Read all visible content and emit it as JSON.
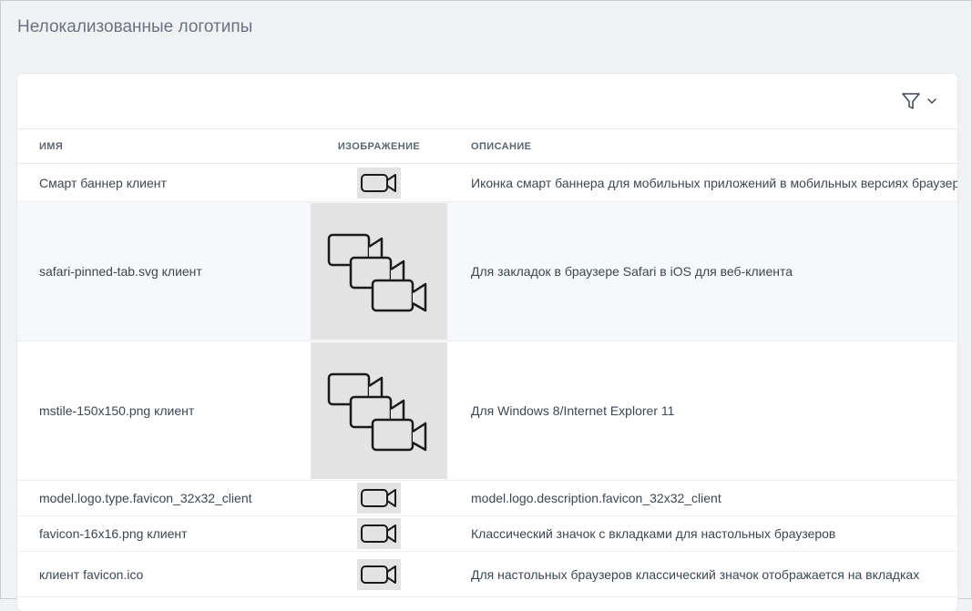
{
  "page": {
    "title": "Нелокализованные логотипы"
  },
  "toolbar": {
    "filter_icon": "filter-icon",
    "dropdown_icon": "chevron-down-icon"
  },
  "table": {
    "columns": {
      "name": "ИМЯ",
      "image": "ИЗОБРАЖЕНИЕ",
      "description": "ОПИСАНИЕ"
    },
    "rows": [
      {
        "name": "Смарт баннер клиент",
        "image": "video-camera-icon",
        "description": "Иконка смарт баннера для мобильных приложений в мобильных версиях браузера"
      },
      {
        "name": "safari-pinned-tab.svg клиент",
        "image": "video-camera-stack-icon",
        "description": "Для закладок в браузере Safari в iOS для веб-клиента"
      },
      {
        "name": "mstile-150x150.png клиент",
        "image": "video-camera-stack-icon",
        "description": "Для Windows 8/Internet Explorer 11"
      },
      {
        "name": "model.logo.type.favicon_32x32_client",
        "image": "video-camera-icon",
        "description": "model.logo.description.favicon_32x32_client"
      },
      {
        "name": "favicon-16x16.png клиент",
        "image": "video-camera-icon",
        "description": "Классический значок с вкладками для настольных браузеров"
      },
      {
        "name": "клиент favicon.ico",
        "image": "video-camera-icon",
        "description": "Для настольных браузеров классический значок отображается на вкладках"
      }
    ]
  }
}
